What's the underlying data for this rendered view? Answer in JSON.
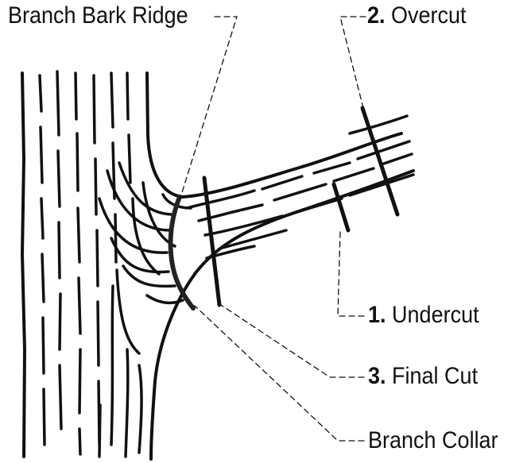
{
  "labels": {
    "branch_bark_ridge": "Branch Bark Ridge",
    "overcut": {
      "number": "2.",
      "text": "Overcut"
    },
    "undercut": {
      "number": "1.",
      "text": "Undercut"
    },
    "final_cut": {
      "number": "3.",
      "text": "Final Cut"
    },
    "branch_collar": "Branch Collar"
  },
  "colors": {
    "ink": "#111111",
    "background": "#ffffff"
  }
}
